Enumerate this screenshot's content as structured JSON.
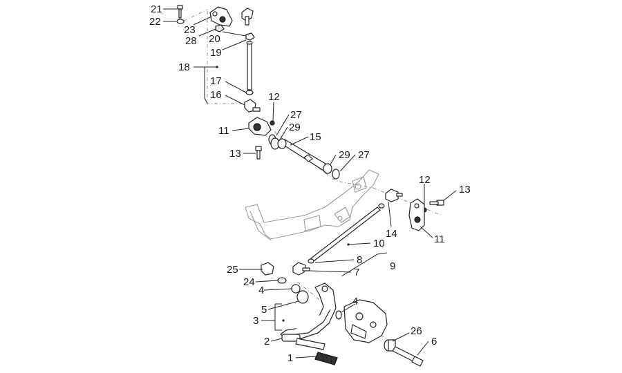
{
  "callouts": {
    "c21": "21",
    "c22": "22",
    "c23": "23",
    "c28": "28",
    "c20": "20",
    "c19": "19",
    "c18": "18",
    "c17": "17",
    "c16": "16",
    "c12a": "12",
    "c27a": "27",
    "c29a": "29",
    "c11a": "11",
    "c15": "15",
    "c13a": "13",
    "c29b": "29",
    "c27b": "27",
    "c12b": "12",
    "c13b": "13",
    "c14": "14",
    "c11b": "11",
    "c10": "10",
    "c9": "9",
    "c8": "8",
    "c7": "7",
    "c25": "25",
    "c24": "24",
    "c4a": "4",
    "c5": "5",
    "c3": "3",
    "c4b": "4",
    "c2": "2",
    "c26": "26",
    "c6": "6",
    "c1": "1"
  }
}
